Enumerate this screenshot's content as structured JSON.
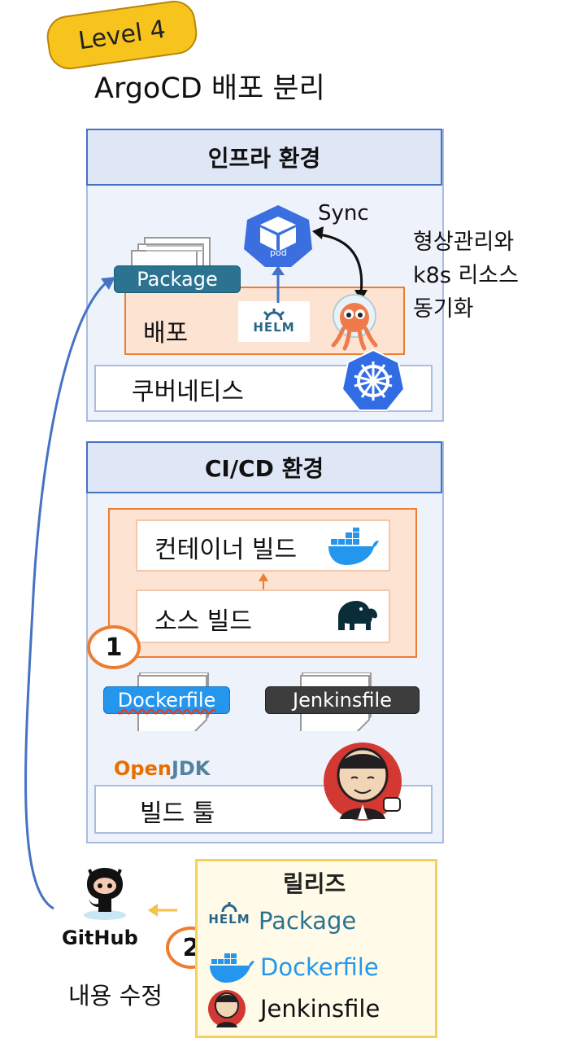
{
  "level_badge": "Level 4",
  "title": "ArgoCD 배포 분리",
  "infra": {
    "header": "인프라 환경",
    "sync_label": "Sync",
    "side_note": [
      "형상관리와",
      "k8s 리소스",
      "동기화"
    ],
    "package_tag": "Package",
    "deploy_label": "배포",
    "helm_logo": "HELM",
    "pod_label": "pod",
    "k8s_label": "쿠버네티스"
  },
  "cicd": {
    "header": "CI/CD 환경",
    "container_build": "컨테이너 빌드",
    "source_build": "소스 빌드",
    "step1": "1",
    "dockerfile_tag": "Dockerfile",
    "jenkinsfile_tag": "Jenkinsfile",
    "openjdk_logo_a": "Open",
    "openjdk_logo_b": "JDK",
    "build_tool_label": "빌드 툴"
  },
  "github": {
    "logo": "GitHub",
    "edit_label": "내용 수정",
    "step2": "2"
  },
  "release": {
    "title": "릴리즈",
    "helm_logo": "HELM",
    "package": "Package",
    "dockerfile": "Dockerfile",
    "jenkinsfile": "Jenkinsfile"
  },
  "colors": {
    "accent_blue": "#4472c4",
    "orange": "#ed7d31",
    "teal_package": "#2b7391",
    "docker_blue": "#2496ed",
    "level_yellow": "#f6c41c"
  }
}
